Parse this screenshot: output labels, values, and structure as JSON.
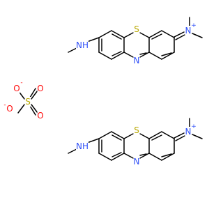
{
  "structure": {
    "atoms": {
      "sulfur": "S",
      "nitrogen": "N",
      "amine": "NH",
      "oxygen": "O",
      "sulfate_sulfur": "S",
      "plus": "+",
      "minus": "-"
    },
    "colors": {
      "bond": "#000000",
      "nitrogen": "#3050F8",
      "oxygen": "#FF0D0D",
      "sulfur": "#B8A800"
    }
  }
}
